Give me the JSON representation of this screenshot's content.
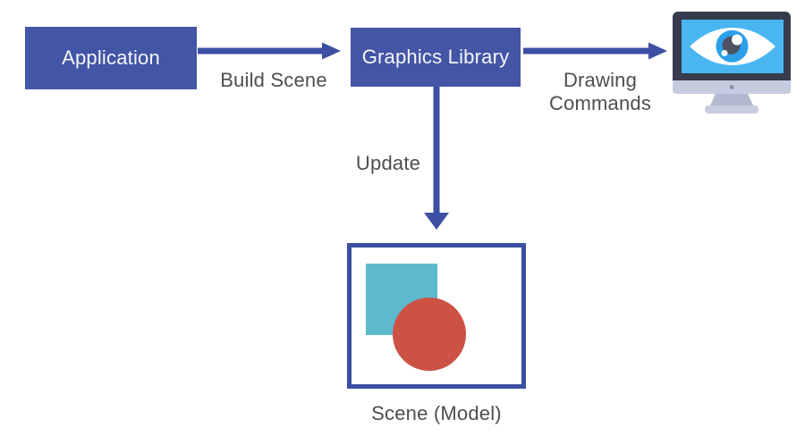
{
  "diagram": {
    "nodes": {
      "application": {
        "label": "Application"
      },
      "graphics_library": {
        "label": "Graphics Library"
      },
      "scene": {
        "label": "Scene (Model)"
      }
    },
    "edges": {
      "build_scene": {
        "label": "Build Scene",
        "from": "application",
        "to": "graphics_library"
      },
      "drawing_commands": {
        "label": "Drawing Commands",
        "from": "graphics_library",
        "to": "display"
      },
      "update": {
        "label": "Update",
        "from": "graphics_library",
        "to": "scene"
      }
    },
    "icons": {
      "display": "monitor-with-eye-icon"
    },
    "scene_contents": {
      "square_color": "#5eb9cd",
      "circle_color": "#cc5244"
    }
  },
  "colors": {
    "background": "#ffffff",
    "node_fill": "#4355a5",
    "node_text": "#f5f7fb",
    "arrow": "#3d4fa3",
    "scene_border": "#3d4fa3",
    "label_text": "#4d4e50",
    "scene_square": "#5eb9cd",
    "scene_circle": "#cc5244",
    "monitor_frame": "#363b4d",
    "monitor_screen": "#49b6f2",
    "monitor_chin": "#c6ccdf",
    "monitor_neck": "#b3bacf",
    "monitor_camera": "#8e94a8",
    "eye_iris": "#2c9fe8",
    "eye_pupil": "#4e5263",
    "eye_white": "#ffffff"
  }
}
